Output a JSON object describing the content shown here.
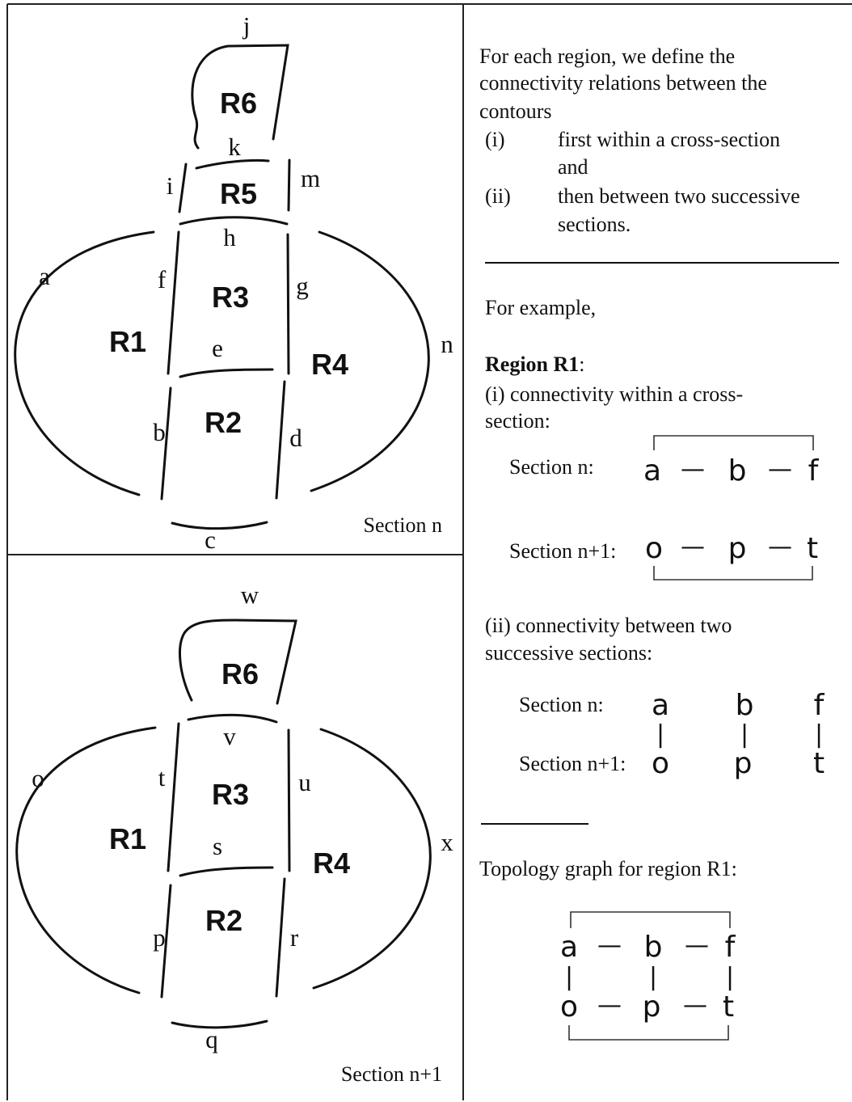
{
  "sectionN": {
    "caption": "Section n",
    "regions": [
      "R1",
      "R2",
      "R3",
      "R4",
      "R5",
      "R6"
    ],
    "contours": [
      "a",
      "b",
      "c",
      "d",
      "e",
      "f",
      "g",
      "h",
      "i",
      "j",
      "k",
      "m",
      "n"
    ]
  },
  "sectionN1": {
    "caption": "Section n+1",
    "regions": [
      "R1",
      "R2",
      "R3",
      "R4",
      "R6"
    ],
    "contours": [
      "o",
      "p",
      "q",
      "r",
      "s",
      "t",
      "u",
      "v",
      "w",
      "x"
    ]
  },
  "text": {
    "intro": [
      "For each region, we define the",
      "connectivity relations between the",
      "contours"
    ],
    "item1": {
      "marker": "(i)",
      "lines": [
        "first within a cross-section",
        "and"
      ]
    },
    "item2": {
      "marker": "(ii)",
      "lines": [
        "then between two successive",
        "sections."
      ]
    },
    "example": "For example,",
    "regionHeading": "Region R1",
    "regionColon": ":",
    "within": [
      "(i) connectivity within a cross-",
      "section:"
    ],
    "between": [
      "(ii) connectivity between two",
      "successive sections:"
    ],
    "graphTitle": "Topology graph for region R1:",
    "sectionNLabel": "Section n:",
    "sectionN1Label": "Section n+1:",
    "dash": "—",
    "bar": "|"
  },
  "graph": {
    "rowN": [
      "a",
      "b",
      "f"
    ],
    "rowN1": [
      "o",
      "p",
      "t"
    ]
  }
}
